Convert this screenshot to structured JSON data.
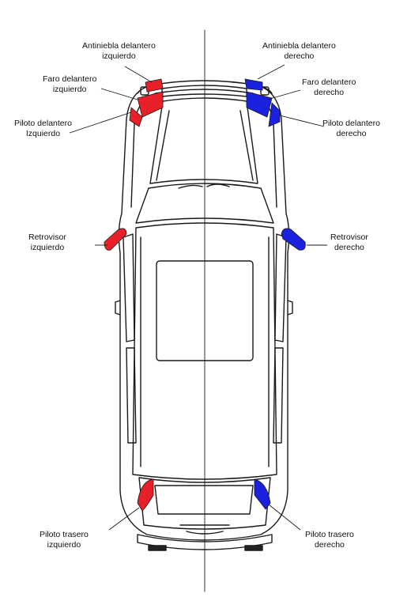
{
  "colors": {
    "left_side": "#e8202a",
    "right_side": "#1a22e0",
    "outline": "#1a1a1a"
  },
  "labels": {
    "antiniebla_izq": [
      "Antiniebla delantero",
      "izquierdo"
    ],
    "antiniebla_der": [
      "Antiniebla delantero",
      "derecho"
    ],
    "faro_izq": [
      "Faro delantero",
      "izquierdo"
    ],
    "faro_der": [
      "Faro delantero",
      "derecho"
    ],
    "piloto_del_izq": [
      "Piloto delantero",
      "Izquierdo"
    ],
    "piloto_del_der": [
      "Piloto delantero",
      "derecho"
    ],
    "retrovisor_izq": [
      "Retrovisor",
      "izquierdo"
    ],
    "retrovisor_der": [
      "Retrovisor",
      "derecho"
    ],
    "piloto_tras_izq": [
      "Piloto trasero",
      "izquierdo"
    ],
    "piloto_tras_der": [
      "Piloto trasero",
      "derecho"
    ]
  }
}
